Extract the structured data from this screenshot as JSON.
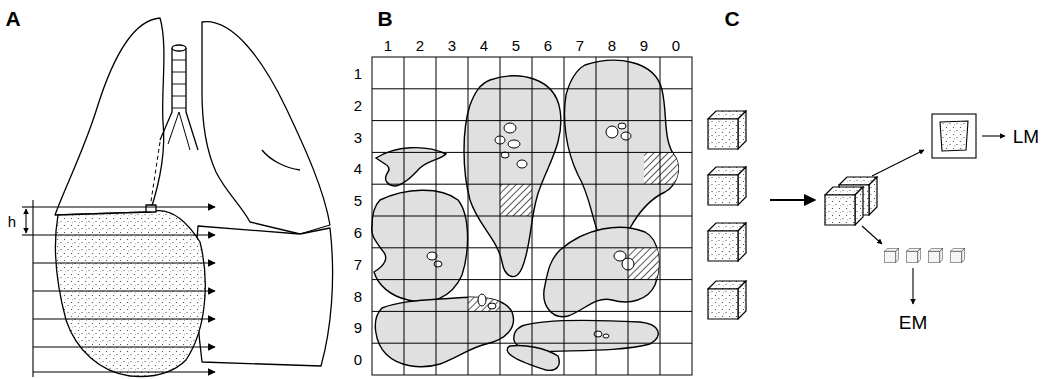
{
  "diagram": {
    "labels": [
      "A",
      "B",
      "C",
      "h",
      "1",
      "2",
      "3",
      "4",
      "5",
      "6",
      "7",
      "8",
      "9",
      "0",
      "1",
      "2",
      "3",
      "4",
      "5",
      "6",
      "7",
      "8",
      "9",
      "0",
      "LM",
      "EM"
    ]
  }
}
